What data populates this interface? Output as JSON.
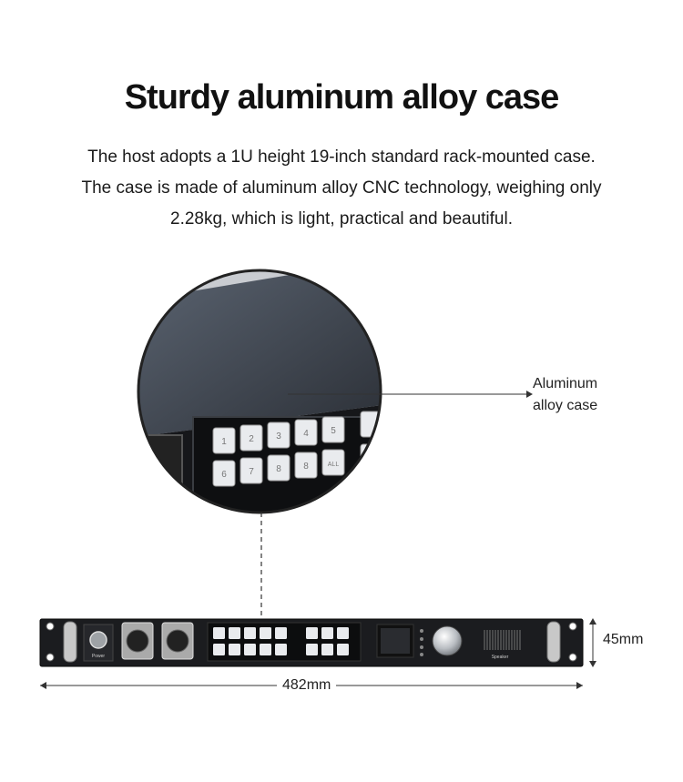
{
  "heading": "Sturdy aluminum alloy case",
  "description": [
    "The host adopts a 1U height 19-inch standard rack-mounted case.",
    "The case is made of aluminum alloy CNC technology, weighing only",
    "2.28kg, which is light, practical and beautiful."
  ],
  "callout": [
    "Aluminum",
    "alloy case"
  ],
  "dimensions": {
    "height": "45mm",
    "width": "482mm"
  },
  "zoom_keys": {
    "row1": [
      "1",
      "2",
      "3",
      "4",
      "5"
    ],
    "row2": [
      "6",
      "7",
      "8",
      "8",
      "ALL"
    ]
  },
  "panel_labels": {
    "power": "Power",
    "speaker": "Speaker"
  },
  "colors": {
    "case": "#1b1c1f",
    "key": "#e9ebee",
    "rack_ear": "#c8c8c8",
    "line": "#333333"
  }
}
